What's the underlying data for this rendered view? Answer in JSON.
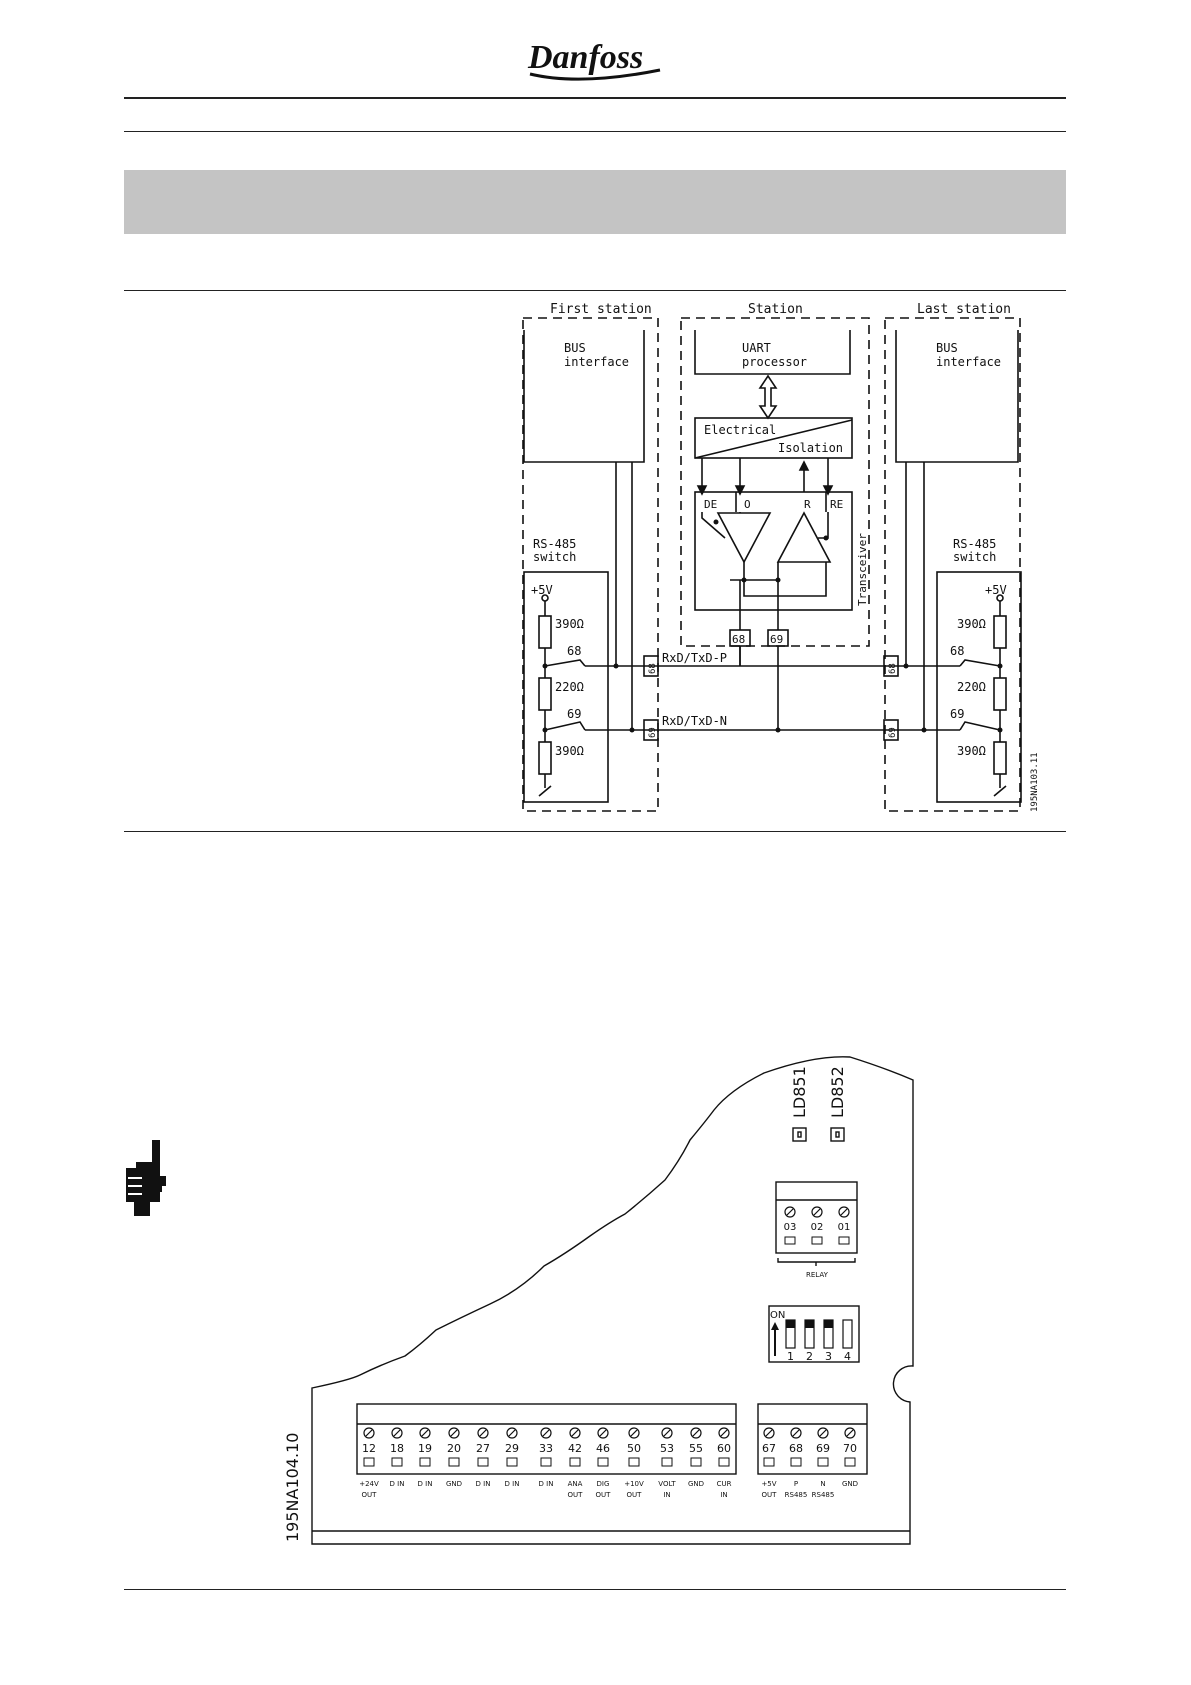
{
  "header": {
    "brand": "Danfoss"
  },
  "bus_diagram": {
    "first_station": "First station",
    "station": "Station",
    "last_station": "Last station",
    "bus_interface_l1": "BUS",
    "bus_interface_l2": "interface",
    "uart_l1": "UART",
    "uart_l2": "processor",
    "electrical": "Electrical",
    "isolation": "Isolation",
    "transceiver": "Transceiver",
    "de": "DE",
    "o": "O",
    "r": "R",
    "re": "RE",
    "rs485_l1": "RS-485",
    "rs485_l2": "switch",
    "plus5v": "+5V",
    "r390": "390Ω",
    "r220": "220Ω",
    "t68": "68",
    "t69": "69",
    "rxd_p": "RxD/TxD-P",
    "rxd_n": "RxD/TxD-N",
    "ref": "195NA103.11"
  },
  "pcb_diagram": {
    "ref": "195NA104.10",
    "led1": "LD851",
    "led2": "LD852",
    "relay_label": "RELAY",
    "relay_terminals": [
      "03",
      "02",
      "01"
    ],
    "dip_on": "ON",
    "dip_numbers": [
      "1",
      "2",
      "3",
      "4"
    ],
    "main_terminals": [
      {
        "num": "12",
        "l1": "+24V",
        "l2": "OUT"
      },
      {
        "num": "18",
        "l1": "D IN",
        "l2": ""
      },
      {
        "num": "19",
        "l1": "D IN",
        "l2": ""
      },
      {
        "num": "20",
        "l1": "GND",
        "l2": ""
      },
      {
        "num": "27",
        "l1": "D IN",
        "l2": ""
      },
      {
        "num": "29",
        "l1": "D IN",
        "l2": ""
      },
      {
        "num": "33",
        "l1": "D IN",
        "l2": ""
      },
      {
        "num": "42",
        "l1": "ANA",
        "l2": "OUT"
      },
      {
        "num": "46",
        "l1": "DIG",
        "l2": "OUT"
      },
      {
        "num": "50",
        "l1": "+10V",
        "l2": "OUT"
      },
      {
        "num": "53",
        "l1": "VOLT",
        "l2": "IN"
      },
      {
        "num": "55",
        "l1": "GND",
        "l2": ""
      },
      {
        "num": "60",
        "l1": "CUR",
        "l2": "IN"
      }
    ],
    "bus_terminals": [
      {
        "num": "67",
        "l1": "+5V",
        "l2": "OUT"
      },
      {
        "num": "68",
        "l1": "P",
        "l2": "RS485"
      },
      {
        "num": "69",
        "l1": "N",
        "l2": "RS485"
      },
      {
        "num": "70",
        "l1": "GND",
        "l2": ""
      }
    ]
  }
}
